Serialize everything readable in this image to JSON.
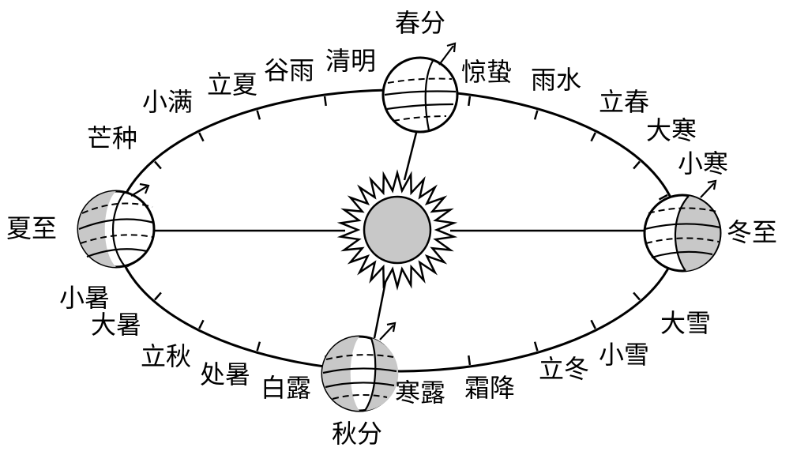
{
  "diagram": {
    "terms": {
      "chunfen": "春分",
      "jingzhe": "惊蛰",
      "yushui": "雨水",
      "lichun": "立春",
      "dahan": "大寒",
      "xiaohan": "小寒",
      "dongzhi": "冬至",
      "daxue": "大雪",
      "xiaoxue": "小雪",
      "lidong": "立冬",
      "shuangjiang": "霜降",
      "hanlu": "寒露",
      "qiufen": "秋分",
      "bailu": "白露",
      "chushu": "处暑",
      "liqiu": "立秋",
      "dashu": "大暑",
      "xiaoshu": "小暑",
      "xiazhi": "夏至",
      "mangzhong": "芒种",
      "xiaoman": "小满",
      "lixia": "立夏",
      "guyu": "谷雨",
      "qingming": "清明"
    },
    "colors": {
      "night_side": "#c8c8c8",
      "sun": "#c8c8c8",
      "line": "#000000",
      "background": "#ffffff"
    }
  }
}
